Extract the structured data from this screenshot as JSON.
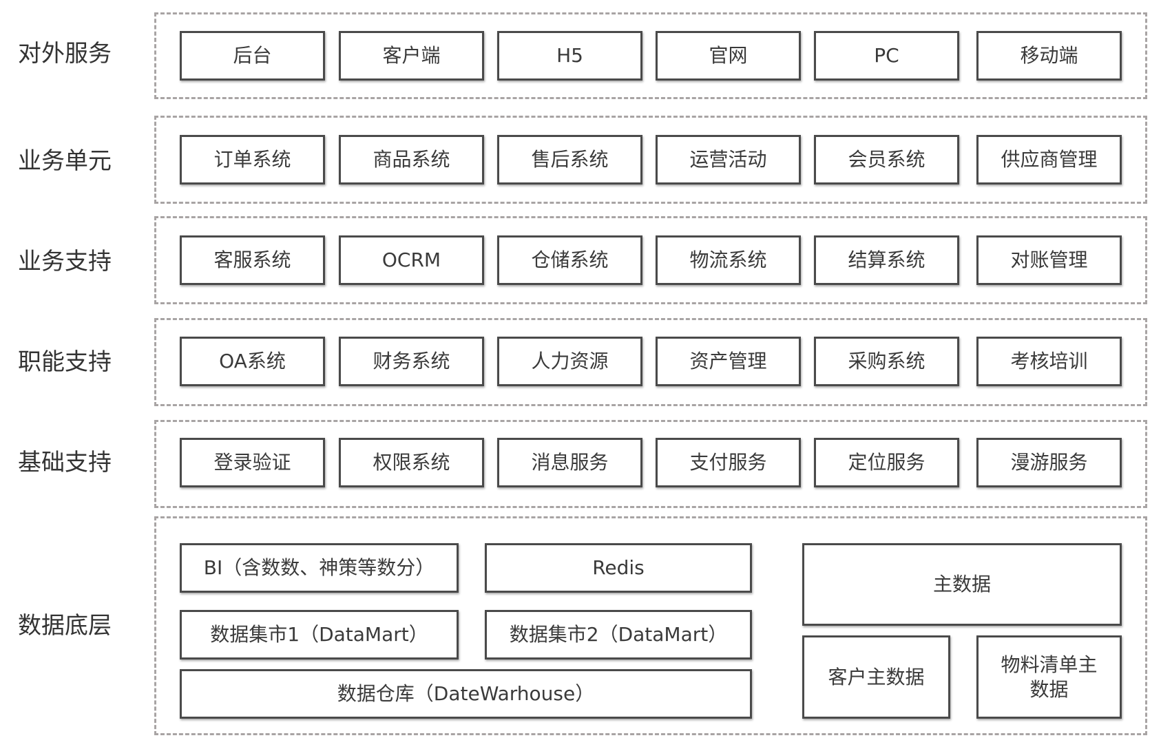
{
  "layers": [
    {
      "label": "对外服务",
      "items": [
        "后台",
        "客户端",
        "H5",
        "官网",
        "PC",
        "移动端"
      ]
    },
    {
      "label": "业务单元",
      "items": [
        "订单系统",
        "商品系统",
        "售后系统",
        "运营活动",
        "会员系统",
        "供应商管理"
      ]
    },
    {
      "label": "业务支持",
      "items": [
        "客服系统",
        "OCRM",
        "仓储系统",
        "物流系统",
        "结算系统",
        "对账管理"
      ]
    },
    {
      "label": "职能支持",
      "items": [
        "OA系统",
        "财务系统",
        "人力资源",
        "资产管理",
        "采购系统",
        "考核培训"
      ]
    },
    {
      "label": "基础支持",
      "items": [
        "登录验证",
        "权限系统",
        "消息服务",
        "支付服务",
        "定位服务",
        "漫游服务"
      ]
    }
  ],
  "data_layer": {
    "label": "数据底层",
    "bi": "BI（含数数、神策等数分）",
    "redis": "Redis",
    "datamart1": "数据集市1（DataMart）",
    "datamart2": "数据集市2（DataMart）",
    "warehouse": "数据仓库（DateWarhouse）",
    "master_data": "主数据",
    "customer_master": "客户主数据",
    "material_master": "物料清单主\n数据"
  }
}
